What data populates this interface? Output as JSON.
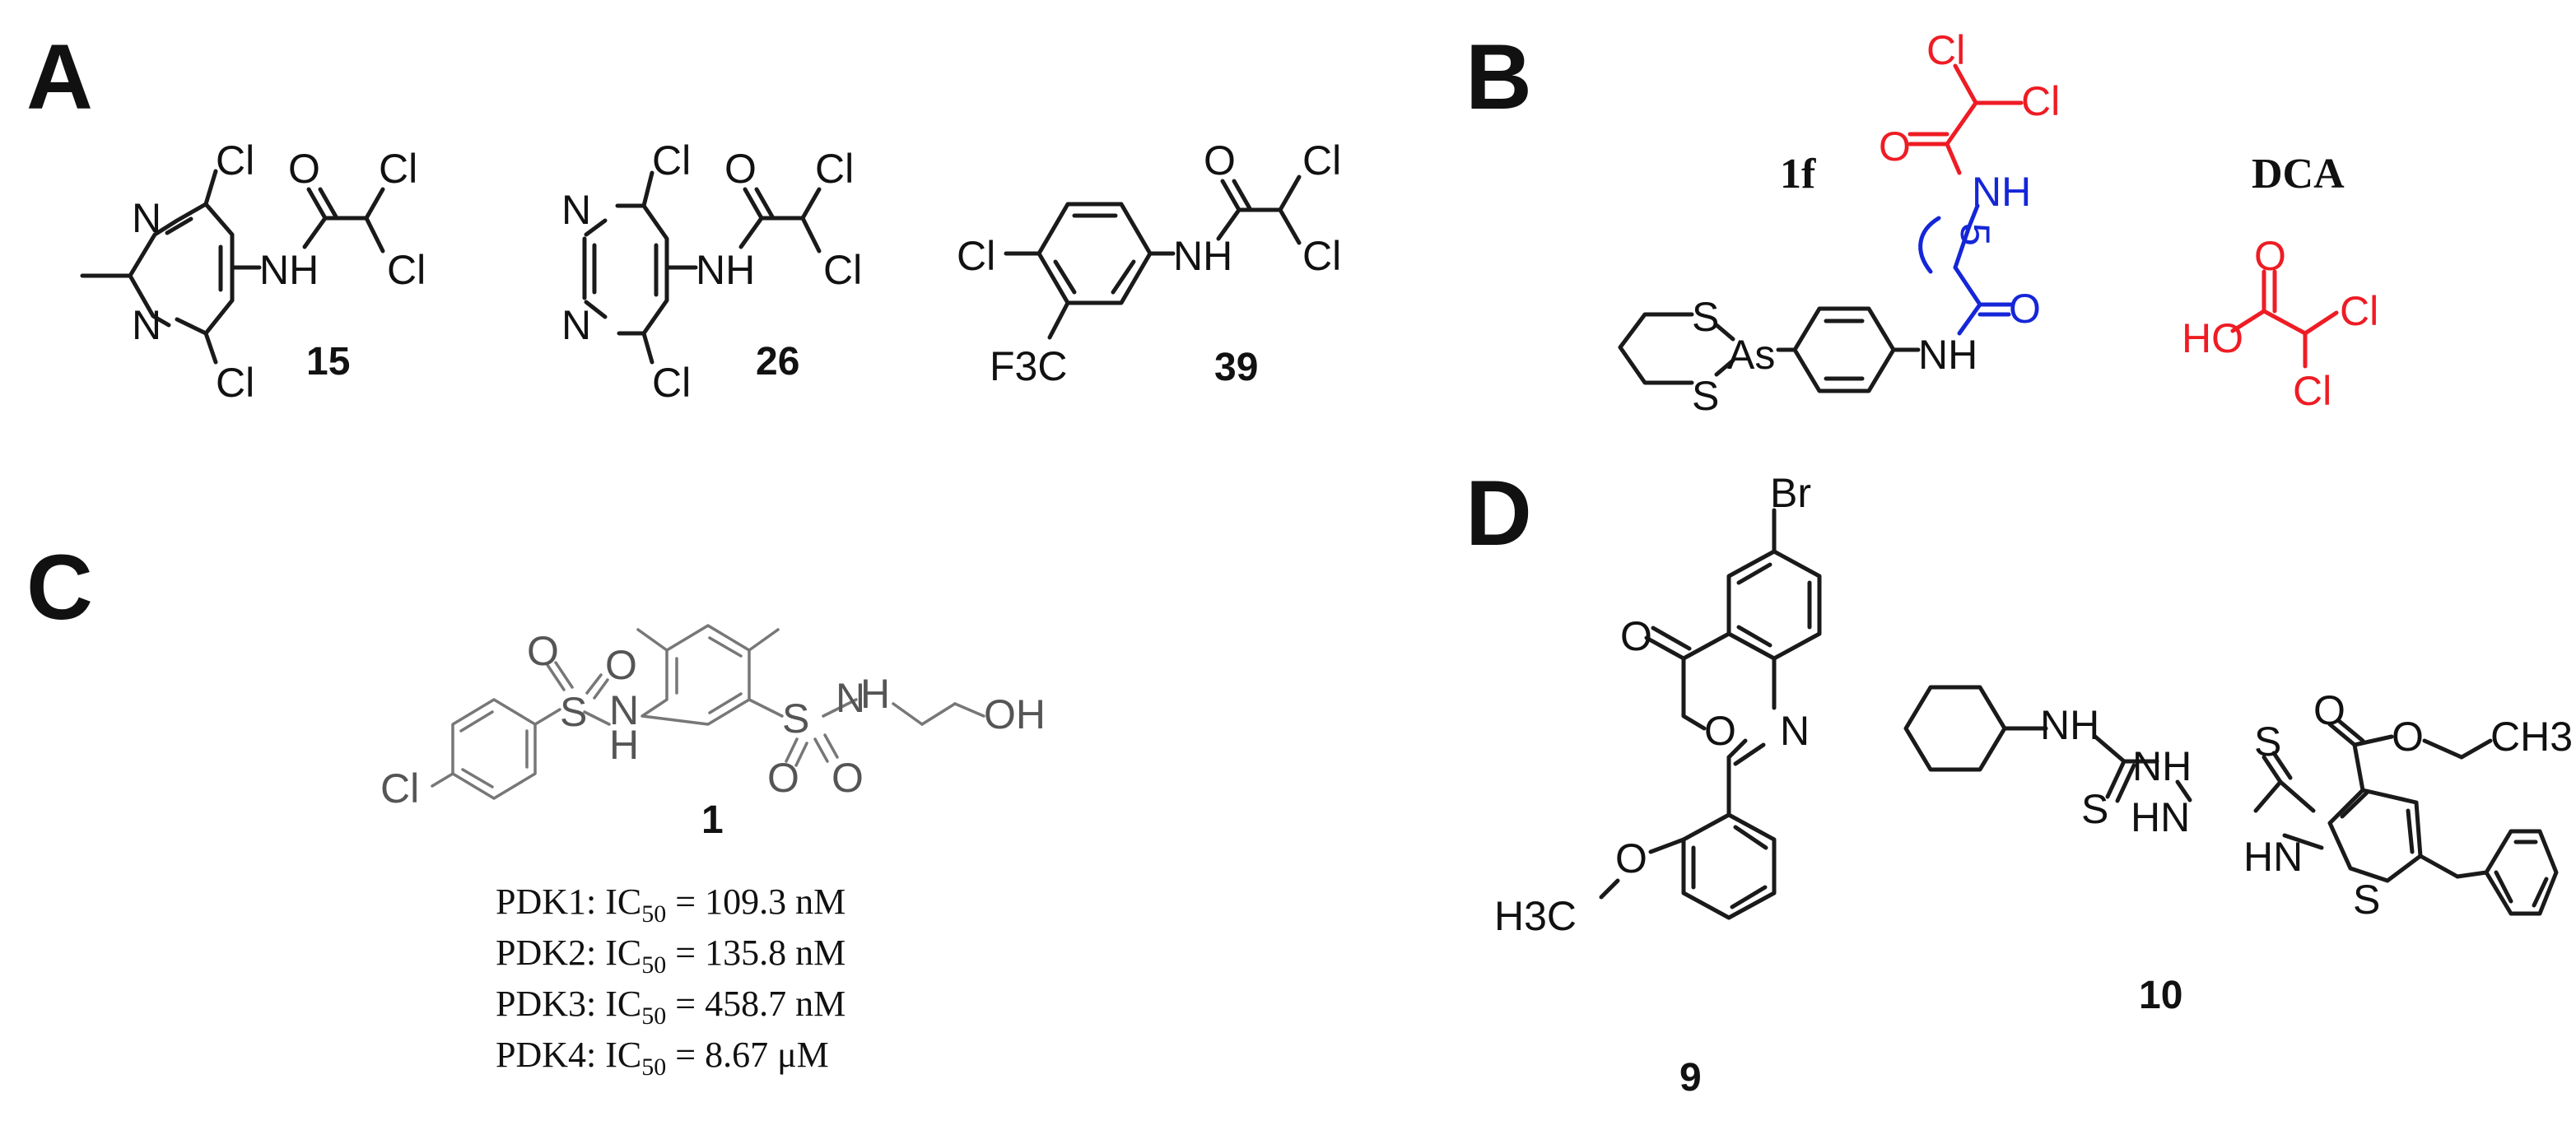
{
  "panels": {
    "A": "A",
    "B": "B",
    "C": "C",
    "D": "D"
  },
  "compounds": {
    "c15": "15",
    "c26": "26",
    "c39": "39",
    "c1f": "1f",
    "dca": "DCA",
    "c1": "1",
    "c9": "9",
    "c10": "10"
  },
  "atoms": {
    "Cl": "Cl",
    "O": "O",
    "N": "N",
    "NH": "NH",
    "HN": "HN",
    "S": "S",
    "As": "As",
    "OH": "OH",
    "HO": "HO",
    "Br": "Br",
    "H": "H",
    "F3C": "F3C",
    "H3CO": "H3C",
    "CH3": "CH3",
    "S_sub": "S",
    "five": "5"
  },
  "ic50": {
    "label": "IC",
    "sub": "50",
    "rows": [
      {
        "enzyme": "PDK1: ",
        "value": " = 109.3 nM"
      },
      {
        "enzyme": "PDK2: ",
        "value": " = 135.8 nM"
      },
      {
        "enzyme": "PDK3: ",
        "value": " = 458.7 nM"
      },
      {
        "enzyme": "PDK4: ",
        "value": " = 8.67 μM"
      }
    ]
  },
  "colors": {
    "red": "#ee1c24",
    "blue": "#1526d8",
    "black": "#1a1a1a"
  }
}
